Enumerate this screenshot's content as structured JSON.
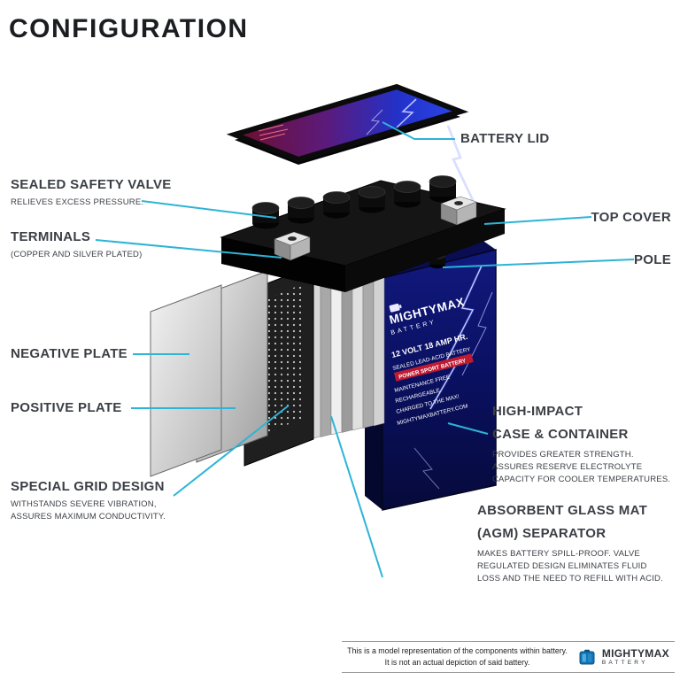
{
  "title": "CONFIGURATION",
  "callouts": {
    "battery_lid": {
      "label": "BATTERY LID"
    },
    "sealed_safety_valve": {
      "label": "SEALED SAFETY VALVE",
      "sub": "RELIEVES EXCESS PRESSURE."
    },
    "terminals": {
      "label": "TERMINALS",
      "sub": "(COPPER AND SILVER PLATED)"
    },
    "top_cover": {
      "label": "TOP COVER"
    },
    "pole": {
      "label": "POLE"
    },
    "negative_plate": {
      "label": "NEGATIVE PLATE"
    },
    "positive_plate": {
      "label": "POSITIVE PLATE"
    },
    "special_grid_design": {
      "label": "SPECIAL GRID DESIGN",
      "sub": "WITHSTANDS SEVERE VIBRATION,\nASSURES MAXIMUM CONDUCTIVITY."
    },
    "high_impact_case": {
      "label": "HIGH-IMPACT\nCASE & CONTAINER",
      "sub": "PROVIDES GREATER STRENGTH.\nASSURES RESERVE ELECTROLYTE\nCAPACITY FOR COOLER TEMPERATURES."
    },
    "agm_separator": {
      "label": "ABSORBENT GLASS MAT\n(AGM) SEPARATOR",
      "sub": "MAKES BATTERY SPILL-PROOF. VALVE\nREGULATED DESIGN ELIMINATES FLUID\nLOSS AND THE NEED TO REFILL WITH ACID."
    }
  },
  "battery_label": {
    "brand_top": "MIGHTYMAX",
    "brand_bottom": "BATTERY",
    "spec": "12 VOLT 18 AMP HR.",
    "line1": "SEALED LEAD-ACID BATTERY",
    "line2": "POWER SPORT BATTERY",
    "line3": "MAINTENANCE FREE",
    "line4": "RECHARGEABLE",
    "line5": "CHARGED TO THE MAX!",
    "line6": "MIGHTYMAXBATTERY.COM"
  },
  "footer": {
    "disclaimer_line1": "This is a model representation of the components within battery.",
    "disclaimer_line2": "It is not an actual depiction of said battery.",
    "brand_top": "MIGHTYMAX",
    "brand_bottom": "BATTERY"
  },
  "colors": {
    "accent": "#2db4d6",
    "label_text": "#3b3f45",
    "case_blue": "#0a1060",
    "lid_red": "#7a1030",
    "banner_red": "#c01a30"
  }
}
